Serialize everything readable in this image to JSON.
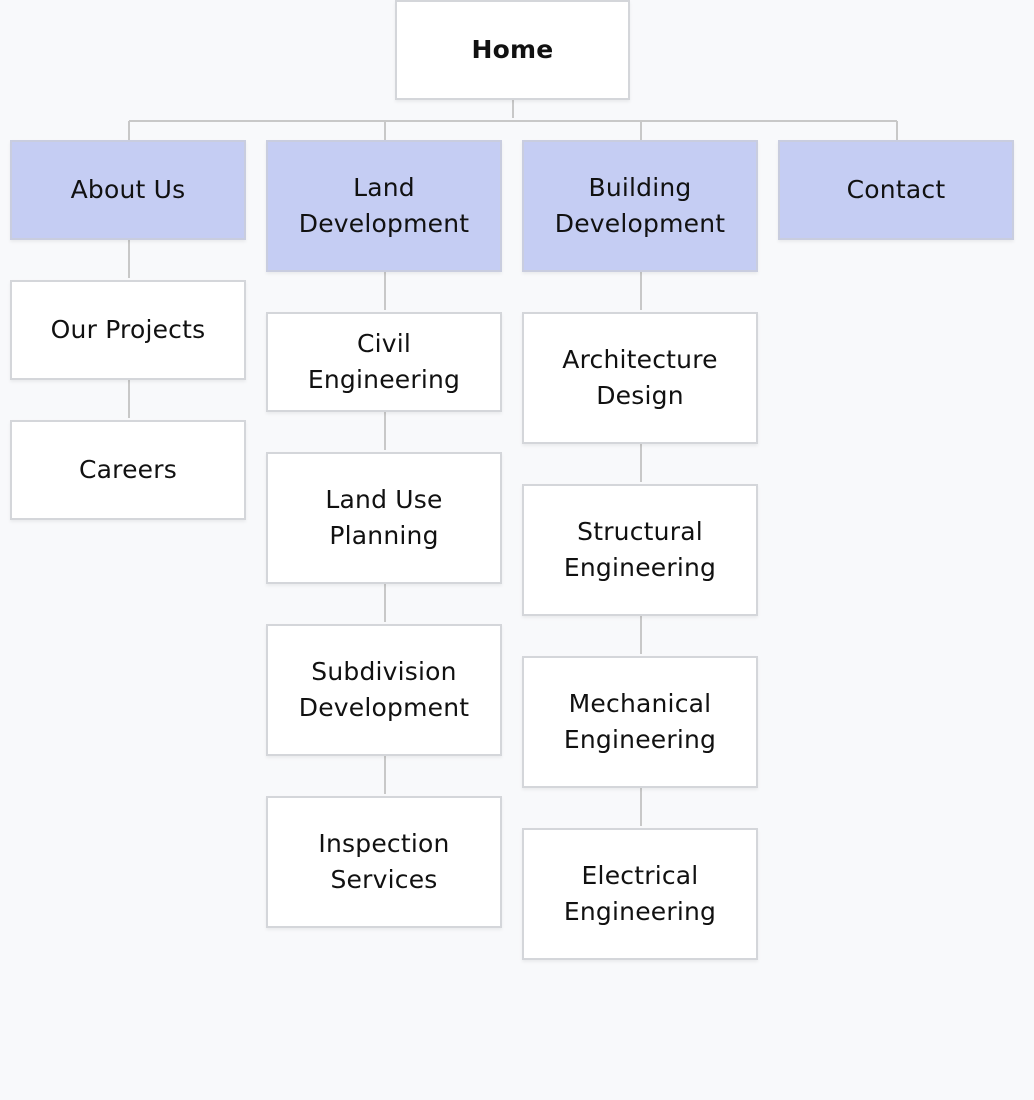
{
  "sitemap": {
    "root": {
      "label": "Home"
    },
    "sections": [
      {
        "label": "About Us",
        "children": [
          {
            "label": "Our Projects"
          },
          {
            "label": "Careers"
          }
        ]
      },
      {
        "label": "Land Development",
        "children": [
          {
            "label": "Civil Engineering"
          },
          {
            "label": "Land Use Planning"
          },
          {
            "label": "Subdivision Development"
          },
          {
            "label": "Inspection Services"
          }
        ]
      },
      {
        "label": "Building Development",
        "children": [
          {
            "label": "Architecture Design"
          },
          {
            "label": "Structural Engineering"
          },
          {
            "label": "Mechanical Engineering"
          },
          {
            "label": "Electrical Engineering"
          }
        ]
      },
      {
        "label": "Contact",
        "children": []
      }
    ]
  },
  "colors": {
    "section_fill": "#c5cdf3",
    "page_fill": "#ffffff",
    "connector": "#c8c8c8",
    "background": "#f8f9fb"
  }
}
